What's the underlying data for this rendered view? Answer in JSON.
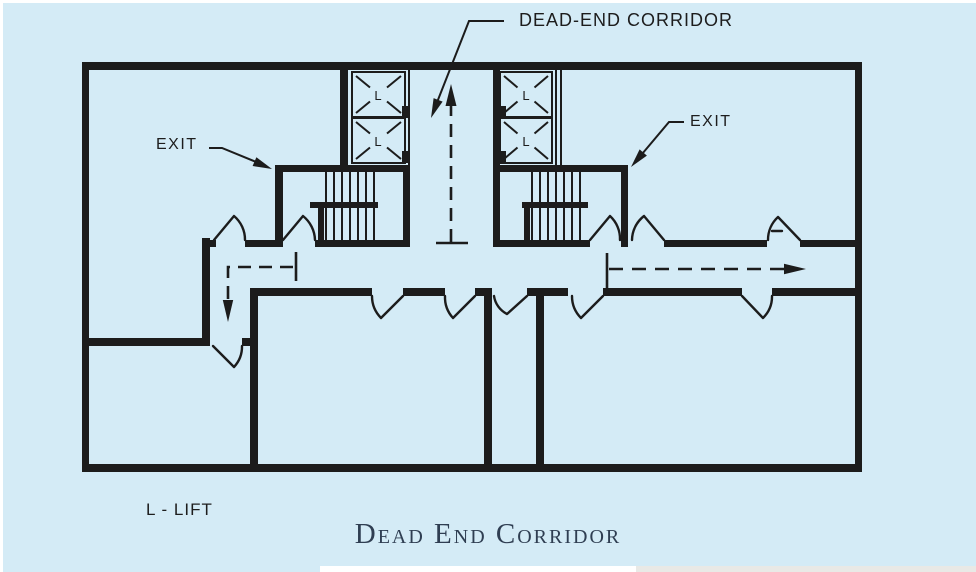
{
  "figure": {
    "kind": "floor-plan-diagram",
    "annotations": {
      "dead_end_corridor": "DEAD-END CORRIDOR",
      "exit_left": "EXIT",
      "exit_right": "EXIT",
      "lift_label": "L",
      "legend": "L - LIFT"
    },
    "title": "Dead End Corridor",
    "colors": {
      "background": "#d4ebf6",
      "line": "#1c1c1c",
      "title_text": "#2f3e52",
      "label_text": "#1d1d1d"
    }
  }
}
